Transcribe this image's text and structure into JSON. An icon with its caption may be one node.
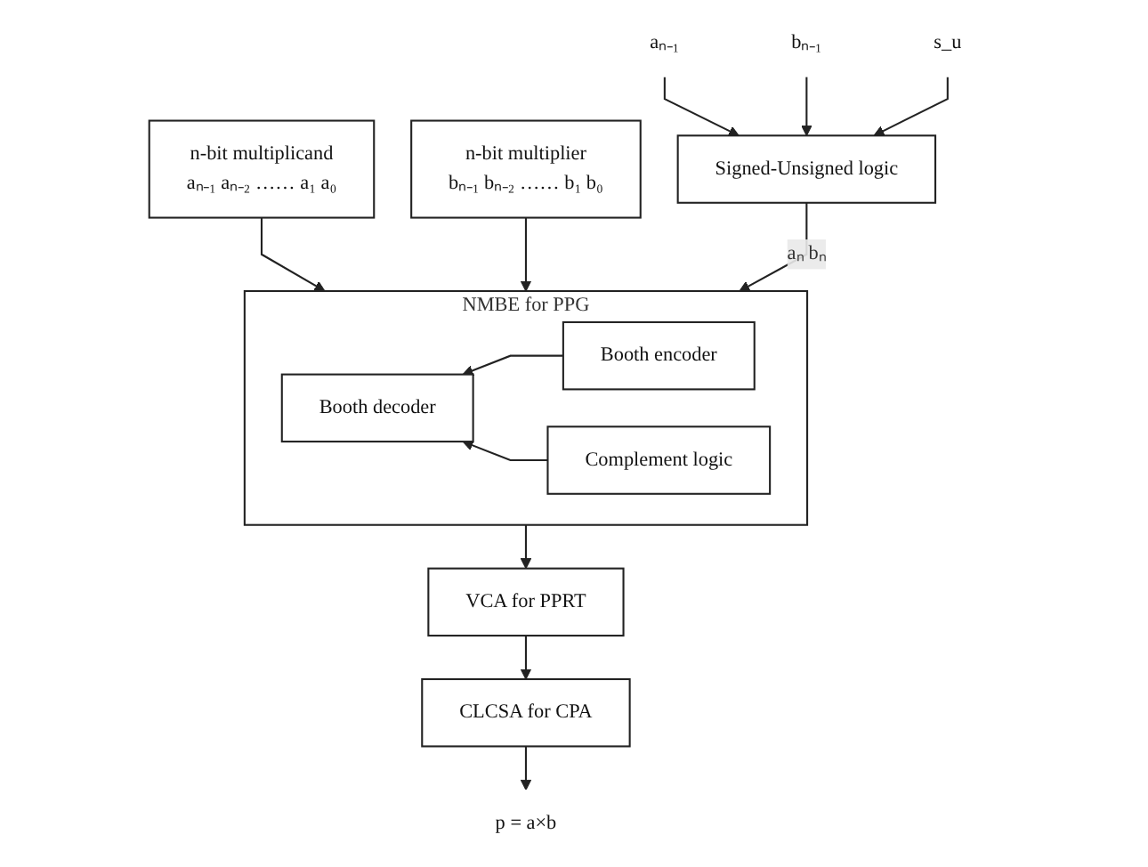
{
  "diagram": {
    "nodes": [
      {
        "text": [
          "n-bit multiplicand",
          "aₙ₋₁ aₙ₋₂ …… a₁ a₀"
        ]
      },
      {
        "text": [
          "n-bit multiplier",
          "bₙ₋₁ bₙ₋₂ …… b₁ b₀"
        ]
      },
      {
        "text": [
          "NMBE for PPG"
        ]
      },
      {
        "text": [
          "Booth decoder"
        ],
        "in": 2
      },
      {
        "text": [
          "Booth encoder"
        ],
        "in": 2
      },
      {
        "text": [
          "Complement logic"
        ],
        "in": 2
      },
      {
        "text": [
          "VCA for PPRT"
        ]
      },
      {
        "text": [
          "CLCSA for CPA"
        ]
      },
      {
        "text": [
          "Signed-Unsigned logic"
        ]
      },
      {
        "text": [
          "p = a×b"
        ]
      },
      {
        "text": [
          "aₙ₋₁"
        ]
      },
      {
        "text": [
          "bₙ₋₁"
        ]
      },
      {
        "text": [
          "s_u"
        ]
      }
    ],
    "edges": [
      {
        "from": 0,
        "to": 2,
        "arrow": "to"
      },
      {
        "from": 1,
        "to": 2,
        "arrow": "to"
      },
      {
        "from": 4,
        "to": 3,
        "arrow": "to"
      },
      {
        "from": 5,
        "to": 3,
        "arrow": "to"
      },
      {
        "from": 2,
        "to": 6,
        "arrow": "to"
      },
      {
        "from": 6,
        "to": 7,
        "arrow": "to"
      },
      {
        "from": 7,
        "to": 9,
        "arrow": "to"
      },
      {
        "from": 8,
        "to": 2,
        "arrow": "to",
        "label": "aₙ bₙ"
      },
      {
        "from": 10,
        "to": 8,
        "arrow": "to"
      },
      {
        "from": 11,
        "to": 8,
        "arrow": "to"
      },
      {
        "from": 12,
        "to": 8,
        "arrow": "to"
      }
    ]
  }
}
